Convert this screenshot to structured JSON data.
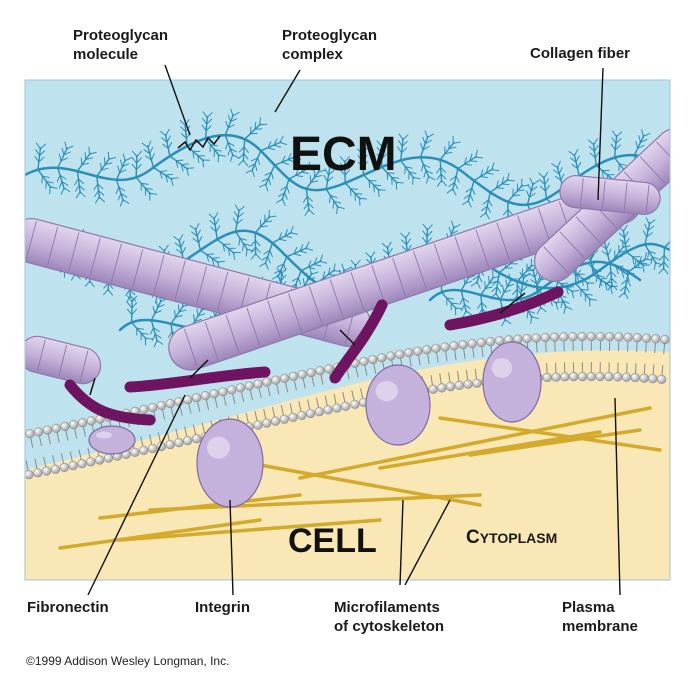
{
  "labels": {
    "proteoglycan_molecule": [
      "Proteoglycan",
      "molecule"
    ],
    "proteoglycan_complex": [
      "Proteoglycan",
      "complex"
    ],
    "collagen_fiber": "Collagen fiber",
    "ecm": "ECM",
    "cell": "CELL",
    "cytoplasm_first": "C",
    "cytoplasm_rest": "YTOPLASM",
    "fibronectin": "Fibronectin",
    "integrin": "Integrin",
    "microfilaments": [
      "Microfilaments",
      "of cytoskeleton"
    ],
    "plasma_membrane": [
      "Plasma",
      "membrane"
    ]
  },
  "copyright": "©1999 Addison Wesley Longman, Inc.",
  "colors": {
    "ecm_background": "#bfe3ee",
    "cytoplasm": "#f9e7b5",
    "collagen": "#c9b5dc",
    "collagen_stroke": "#8e77aa",
    "fibronectin": "#6e1460",
    "integrin": "#c4b1dc",
    "proteoglycan": "#2a8fb8",
    "microfilament": "#d4aa2c",
    "membrane_bead": "#d6d6d6"
  }
}
